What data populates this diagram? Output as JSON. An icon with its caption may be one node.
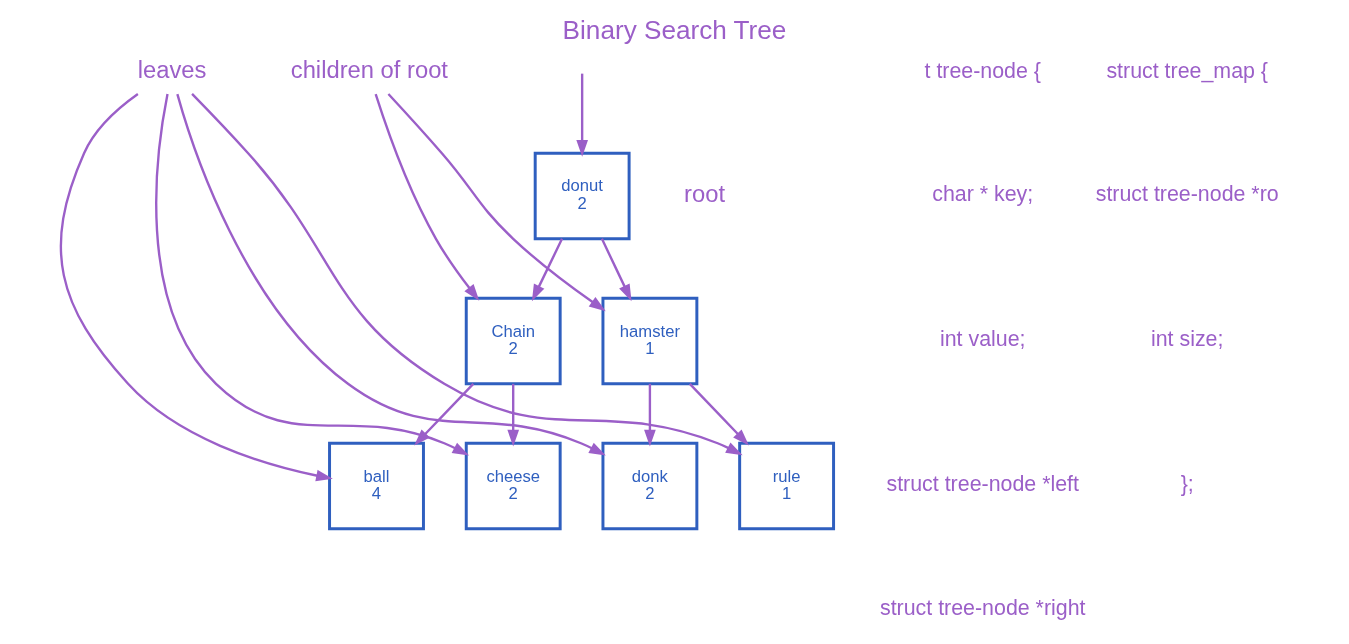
{
  "diagram": {
    "title": "Binary Search Tree",
    "nodes": [
      {
        "text": [
          "donut",
          "2"
        ],
        "beside": [
          "root"
        ]
      },
      {
        "text": [
          "Chain",
          "2"
        ]
      },
      {
        "text": [
          "hamster",
          "1"
        ]
      },
      {
        "text": [
          "ball",
          "4"
        ]
      },
      {
        "text": [
          "cheese",
          "2"
        ]
      },
      {
        "text": [
          "donk",
          "2"
        ]
      },
      {
        "text": [
          "rule",
          "1"
        ]
      },
      {
        "text": [
          "children of root"
        ]
      },
      {
        "text": [
          "leaves"
        ]
      }
    ],
    "edges": [
      {
        "from": null,
        "to": 0,
        "arrow": "to"
      },
      {
        "from": 0,
        "to": 1,
        "arrow": "to"
      },
      {
        "from": 0,
        "to": 2,
        "arrow": "to"
      },
      {
        "from": 1,
        "to": 3,
        "arrow": "to"
      },
      {
        "from": 1,
        "to": 4,
        "arrow": "to"
      },
      {
        "from": 2,
        "to": 5,
        "arrow": "to"
      },
      {
        "from": 2,
        "to": 6,
        "arrow": "to"
      },
      {
        "from": 7,
        "to": 1,
        "arrow": "to"
      },
      {
        "from": 7,
        "to": 2,
        "arrow": "to"
      },
      {
        "from": 8,
        "to": 6,
        "arrow": "to"
      },
      {
        "from": 8,
        "to": 5,
        "arrow": "to"
      },
      {
        "from": 8,
        "to": 4,
        "arrow": "to"
      },
      {
        "from": 8,
        "to": 3,
        "arrow": "to"
      }
    ],
    "labels": [
      "t tree-node {",
      "char * key;",
      "int value;",
      "struct tree-node *left",
      "struct tree-node *right",
      "struct tree_map {",
      "struct tree-node *ro",
      "int size;",
      "};"
    ]
  }
}
